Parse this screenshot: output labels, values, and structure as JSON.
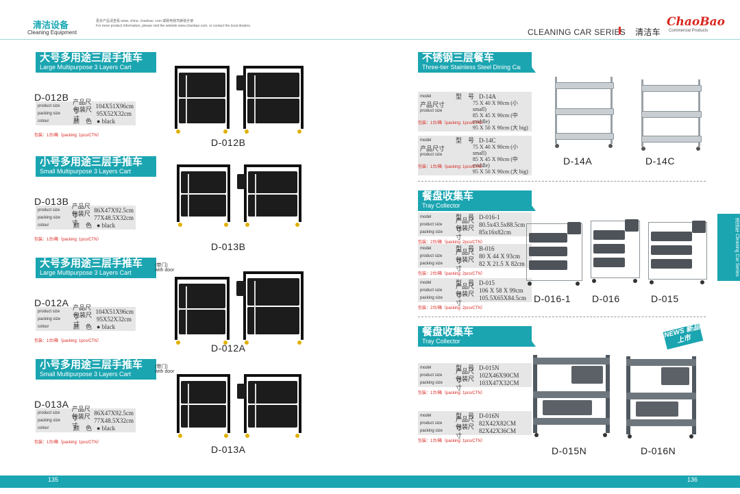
{
  "header": {
    "brand_cn": "清洁设备",
    "brand_en": "Cleaning Equipment",
    "note_cn": "更多产品请查看 www. china. chaobao. com 或致电我司索取手册",
    "note_en": "For more product information, please visit the website www.chaobao-com, or contact the local dealers.",
    "series_en": "CLEANING CAR SERIES",
    "series_cn": "清洁车",
    "logo": "ChaoBao",
    "logo_sub": "Commercial Products"
  },
  "side_tab": "清洁车 Cleaning Car Series",
  "labels": {
    "product_size": "product size",
    "packing_size": "packing size",
    "colour": "colour",
    "cn_product": "产品尺寸",
    "cn_packing": "包装尺寸",
    "cn_colour": "颜　色",
    "model": "model",
    "cn_model": "型　号"
  },
  "left_sections": [
    {
      "cn": "大号多用途三层手推车",
      "en": "Large Multipurpose 3 Layers Cart",
      "model": "D-012B",
      "product_size": "104X51X96cm",
      "packing_size": "95X52X32cm",
      "colour": "● black",
      "packing": "包装：1台/箱（packing: 1pcs/CTN）",
      "caption": "D-012B",
      "with_door": ""
    },
    {
      "cn": "小号多用途三层手推车",
      "en": "Small Multipurpose 3 Layers Cart",
      "model": "D-013B",
      "product_size": "86X47X92.5cm",
      "packing_size": "77X48.5X32cm",
      "colour": "● black",
      "packing": "包装：1台/箱（packing: 1pcs/CTN）",
      "caption": "D-013B",
      "with_door": ""
    },
    {
      "cn": "大号多用途三层手推车",
      "en": "Large Multipurpose 3 Layers Cart",
      "model": "D-012A",
      "product_size": "104X51X96cm",
      "packing_size": "95X52X32cm",
      "colour": "● black",
      "packing": "包装：1台/箱（packing: 1pcs/CTN）",
      "caption": "D-012A",
      "with_door": "(带门) with door"
    },
    {
      "cn": "小号多用途三层手推车",
      "en": "Small Multipurpose 3 Layers Cart",
      "model": "D-013A",
      "product_size": "86X47X92.5cm",
      "packing_size": "77X48.5X32cm",
      "colour": "● black",
      "packing": "包装：1台/箱（packing: 1pcs/CTN）",
      "caption": "D-013A",
      "with_door": "(带门) with door"
    }
  ],
  "dining": {
    "cn": "不锈钢三层餐车",
    "en": "Three-tier Stainless Steel Dining Car",
    "items": [
      {
        "model": "D-14A",
        "sizes": [
          "75 X 40 X 90cm (小 small)",
          "85 X 45 X 90cm (中 middle)",
          "95 X 50 X 90cm (大 big)"
        ],
        "packing": "包装：1台/箱（packing: 1pcs/CTN）"
      },
      {
        "model": "D-14C",
        "sizes": [
          "75 X 40 X 90cm (小 small)",
          "85 X 45 X 90cm (中 middle)",
          "95 X 50 X 90cm (大 big)"
        ],
        "packing": "包装：1台/箱（packing: 1pcs/CTN）"
      }
    ],
    "captions": [
      "D-14A",
      "D-14C"
    ]
  },
  "tray1": {
    "cn": "餐盘收集车",
    "en": "Tray Collector",
    "items": [
      {
        "model": "D-016-1",
        "product_size": "80.5x43.5x88.5cm",
        "packing_size": "85x16x82cm",
        "packing": "包装：2台/箱（packing: 2pcs/CTN）"
      },
      {
        "model": "B-016",
        "product_size": "80 X 44 X 93cm",
        "packing_size": "82 X 21.5 X 82cm",
        "packing": "包装：2台/箱（packing: 2pcs/CTN）"
      },
      {
        "model": "D-015",
        "product_size": "106 X 58 X 99cm",
        "packing_size": "105.5X65X84.5cm",
        "packing": "包装：2台/箱（packing: 2pcs/CTN）"
      }
    ],
    "captions": [
      "D-016-1",
      "D-016",
      "D-015"
    ]
  },
  "tray2": {
    "cn": "餐盘收集车",
    "en": "Tray Collector",
    "badge": "NEWS 新品上市",
    "items": [
      {
        "model": "D-015N",
        "product_size": "102X46X90CM",
        "packing_size": "103X47X32CM",
        "packing": "包装：1台/箱（packing: 1pcs/CTN）"
      },
      {
        "model": "D-016N",
        "product_size": "82X42X82CM",
        "packing_size": "82X42X36CM",
        "packing": "包装：1台/箱（packing: 1pcs/CTN）"
      }
    ],
    "captions": [
      "D-015N",
      "D-016N"
    ]
  },
  "footer": {
    "left_page": "135",
    "right_page": "136"
  }
}
